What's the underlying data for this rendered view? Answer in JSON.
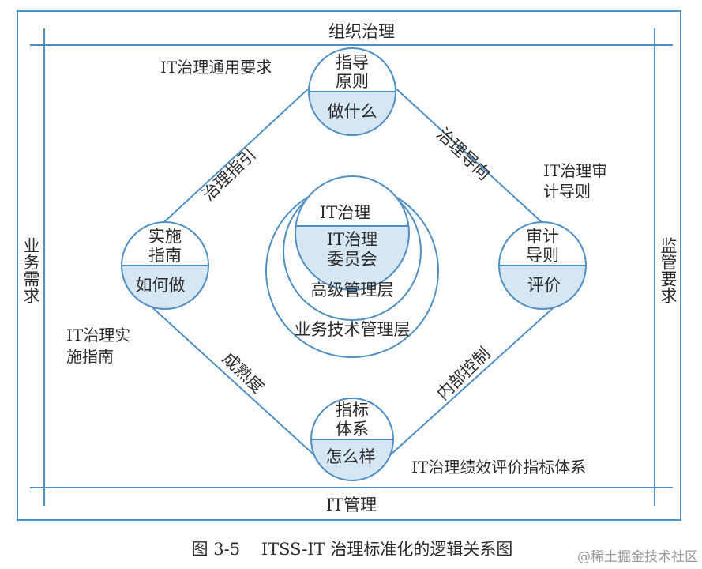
{
  "frame": {
    "top": "组织治理",
    "bottom": "IT管理",
    "left": "业务需求",
    "right": "监管要求"
  },
  "nodes": {
    "top": {
      "upper": [
        "指导",
        "原则"
      ],
      "lower": "做什么"
    },
    "left": {
      "upper": [
        "实施",
        "指南"
      ],
      "lower": "如何做"
    },
    "right": {
      "upper": [
        "审计",
        "导则"
      ],
      "lower": "评价"
    },
    "bottom": {
      "upper": [
        "指标",
        "体系"
      ],
      "lower": "怎么样"
    }
  },
  "edges": {
    "top_left": "治理指引",
    "top_right": "治理导向",
    "bottom_left": "成熟度",
    "bottom_right": "内部控制"
  },
  "annotations": {
    "general_requirements": "IT治理通用要求",
    "audit_guide": [
      "IT治理审",
      "计导则"
    ],
    "implementation_guide": [
      "IT治理实",
      "施指南"
    ],
    "performance_indicators": "IT治理绩效评价指标体系"
  },
  "center": {
    "it_governance": "IT治理",
    "committee": [
      "IT治理",
      "委员会"
    ],
    "senior_management": "高级管理层",
    "business_tech_management": "业务技术管理层"
  },
  "caption": "图 3-5    ITSS-IT 治理标准化的逻辑关系图",
  "watermark": "@稀土掘金技术社区",
  "colors": {
    "line": "#4f8fc4",
    "node_fill": "#d6e6f3",
    "text": "#2b2b2b"
  }
}
